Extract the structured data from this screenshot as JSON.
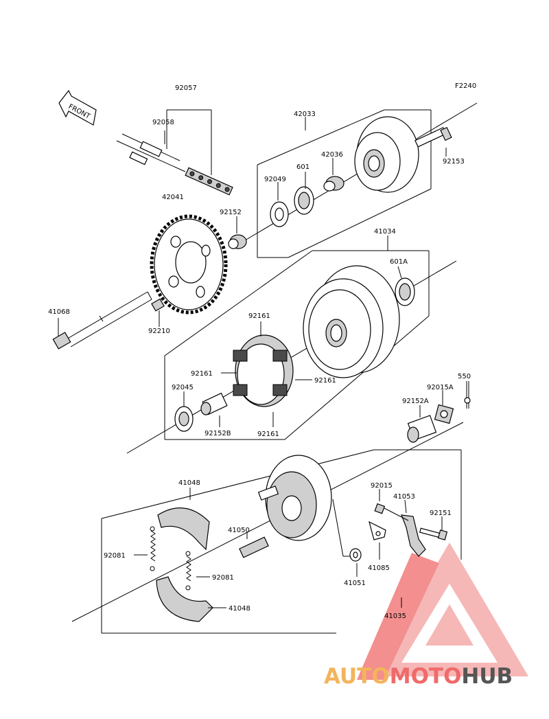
{
  "diagram": {
    "code": "F2240",
    "front_label": "FRONT",
    "parts": {
      "p92057": "92057",
      "p92058": "92058",
      "p42033": "42033",
      "p42036": "42036",
      "p601": "601",
      "p92049": "92049",
      "p92153": "92153",
      "p42041": "42041",
      "p92152": "92152",
      "p41034": "41034",
      "p601A": "601A",
      "p41068": "41068",
      "p92210": "92210",
      "p92161a": "92161",
      "p92161b": "92161",
      "p92161c": "92161",
      "p92161d": "92161",
      "p92045": "92045",
      "p92152B": "92152B",
      "p550": "550",
      "p92015A": "92015A",
      "p92152A": "92152A",
      "p41048a": "41048",
      "p41048b": "41048",
      "p92081a": "92081",
      "p92081b": "92081",
      "p41050": "41050",
      "p92015": "92015",
      "p41053": "41053",
      "p92151": "92151",
      "p41085": "41085",
      "p41051": "41051",
      "p41035": "41035"
    }
  },
  "watermark": {
    "part1": "AUTO",
    "part2": "MOTO",
    "part3": "HUB",
    "color1": "#f4b45c",
    "color2": "#f06a6a",
    "color3": "#555555"
  }
}
